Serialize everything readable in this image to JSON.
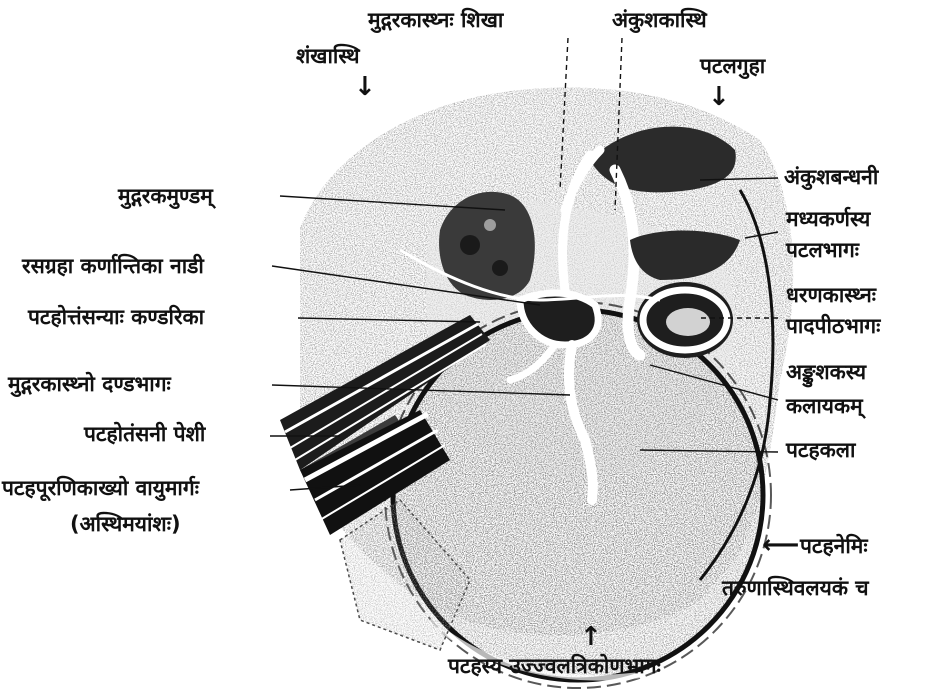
{
  "colors": {
    "ink": "#111111",
    "shade": "#5a5a5a",
    "paper": "#ffffff"
  },
  "labels": {
    "malleus_crest": "मुद्गरकास्थ्नः शिखा",
    "incus": "अंकुशकास्थि",
    "temporal_bone": "शंखास्थि",
    "epitympanic_recess": "पटलगुहा",
    "incus_ligament": "अंकुशबन्धनी",
    "malleus_head": "मुद्गरकमुण्डम्",
    "middle_ear_attic_1": "मध्यकर्णस्य",
    "middle_ear_attic_2": "पटलभागः",
    "chorda_tympani": "रसग्रहा कर्णान्तिका नाडी",
    "stapes_1": "धरणकास्थ्नः",
    "stapes_2": "पादपीठभागः",
    "tensor_tendon": "पटहोत्तंसन्याः कण्डरिका",
    "incus_process_1": "अङ्कुशकस्य",
    "incus_process_2": "कलायकम्",
    "malleus_handle": "मुद्गरकास्थ्नो दण्डभागः",
    "tensor_muscle": "पटहोतंसनी पेशी",
    "tympanic_membrane": "पटहकला",
    "eustachian_tube": "पटहपूरणिकाख्यो वायुमार्गः",
    "bony_part": "(अस्थिमयांशः)",
    "tympanic_annulus_1": "पटहनेमिः",
    "tympanic_annulus_2": "तरुणास्थिवलयकं च",
    "light_cone": "पटहस्य उज्ज्वलत्रिकोणभागः"
  }
}
